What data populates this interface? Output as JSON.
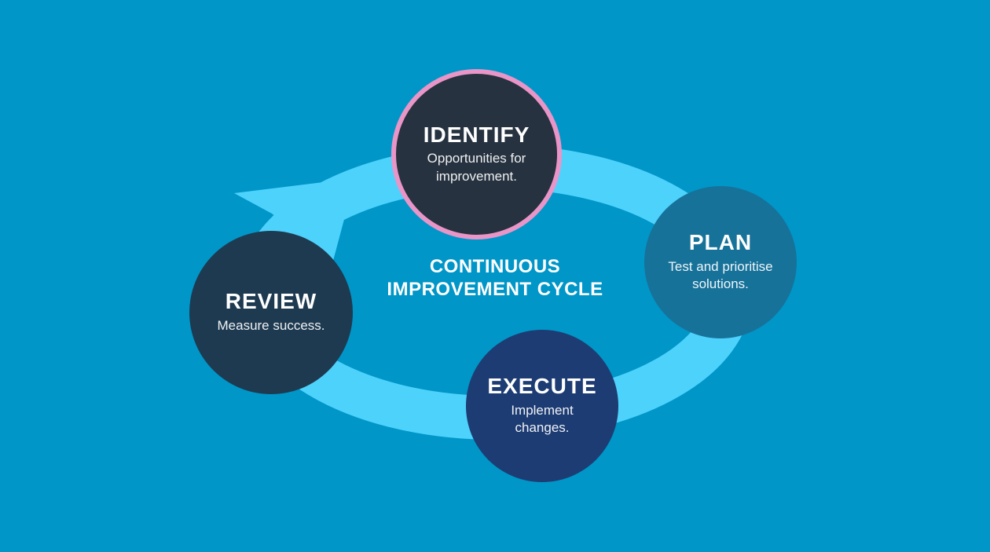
{
  "background_color": "#0096c8",
  "arrow_color": "#4dd2fc",
  "title": {
    "line1": "CONTINUOUS",
    "line2": "IMPROVEMENT CYCLE"
  },
  "steps": [
    {
      "id": "identify",
      "label": "IDENTIFY",
      "description": "Opportunities for improvement.",
      "fill_color": "#263240",
      "ring_color": "#e995c7"
    },
    {
      "id": "plan",
      "label": "PLAN",
      "description": "Test and prioritise solutions.",
      "fill_color": "#17729a"
    },
    {
      "id": "execute",
      "label": "EXECUTE",
      "description": "Implement changes.",
      "fill_color": "#1d3c73"
    },
    {
      "id": "review",
      "label": "REVIEW",
      "description": "Measure success.",
      "fill_color": "#1e3a51"
    }
  ]
}
